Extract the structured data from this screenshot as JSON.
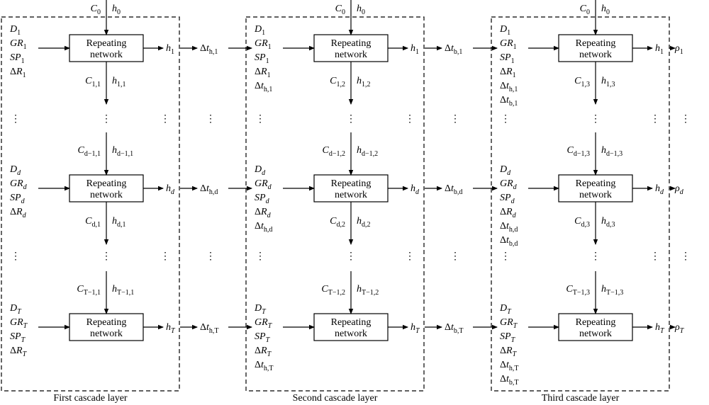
{
  "cascade_layers": [
    {
      "caption": "First cascade layer",
      "top_inputs": {
        "c": "C",
        "c_sub": "0",
        "h": "h",
        "h_sub": "0"
      },
      "rows": [
        {
          "inputs": [
            {
              "pre": "",
              "v": "D",
              "sub": "1"
            },
            {
              "pre": "",
              "v": "GR",
              "sub": "1"
            },
            {
              "pre": "",
              "v": "SP",
              "sub": "1"
            },
            {
              "pre": "Δ",
              "v": "R",
              "sub": "1"
            }
          ],
          "box": "Repeating network",
          "output": {
            "v": "h",
            "sub": "1"
          },
          "down": {
            "c": "C",
            "c_sub": "1,1",
            "h": "h",
            "h_sub": "1,1"
          }
        },
        {
          "up": {
            "c": "C",
            "c_sub": "d−1,1",
            "h": "h",
            "h_sub": "d−1,1"
          },
          "inputs": [
            {
              "pre": "",
              "v": "D",
              "sub": "d"
            },
            {
              "pre": "",
              "v": "GR",
              "sub": "d"
            },
            {
              "pre": "",
              "v": "SP",
              "sub": "d"
            },
            {
              "pre": "Δ",
              "v": "R",
              "sub": "d"
            }
          ],
          "box": "Repeating network",
          "output": {
            "v": "h",
            "sub": "d"
          },
          "down": {
            "c": "C",
            "c_sub": "d,1",
            "h": "h",
            "h_sub": "d,1"
          }
        },
        {
          "up": {
            "c": "C",
            "c_sub": "T−1,1",
            "h": "h",
            "h_sub": "T−1,1"
          },
          "inputs": [
            {
              "pre": "",
              "v": "D",
              "sub": "T"
            },
            {
              "pre": "",
              "v": "GR",
              "sub": "T"
            },
            {
              "pre": "",
              "v": "SP",
              "sub": "T"
            },
            {
              "pre": "Δ",
              "v": "R",
              "sub": "T"
            }
          ],
          "box": "Repeating network",
          "output": {
            "v": "h",
            "sub": "T"
          }
        }
      ],
      "between": [
        {
          "pre": "Δ",
          "v": "t",
          "sub": "h,1"
        },
        {
          "pre": "Δ",
          "v": "t",
          "sub": "h,d"
        },
        {
          "pre": "Δ",
          "v": "t",
          "sub": "h,T"
        }
      ]
    },
    {
      "caption": "Second cascade layer",
      "top_inputs": {
        "c": "C",
        "c_sub": "0",
        "h": "h",
        "h_sub": "0"
      },
      "rows": [
        {
          "inputs": [
            {
              "pre": "",
              "v": "D",
              "sub": "1"
            },
            {
              "pre": "",
              "v": "GR",
              "sub": "1"
            },
            {
              "pre": "",
              "v": "SP",
              "sub": "1"
            },
            {
              "pre": "Δ",
              "v": "R",
              "sub": "1"
            },
            {
              "pre": "Δ",
              "v": "t",
              "sub": "h,1"
            }
          ],
          "box": "Repeating network",
          "output": {
            "v": "h",
            "sub": "1"
          },
          "down": {
            "c": "C",
            "c_sub": "1,2",
            "h": "h",
            "h_sub": "1,2"
          }
        },
        {
          "up": {
            "c": "C",
            "c_sub": "d−1,2",
            "h": "h",
            "h_sub": "d−1,2"
          },
          "inputs": [
            {
              "pre": "",
              "v": "D",
              "sub": "d"
            },
            {
              "pre": "",
              "v": "GR",
              "sub": "d"
            },
            {
              "pre": "",
              "v": "SP",
              "sub": "d"
            },
            {
              "pre": "Δ",
              "v": "R",
              "sub": "d"
            },
            {
              "pre": "Δ",
              "v": "t",
              "sub": "h,d"
            }
          ],
          "box": "Repeating network",
          "output": {
            "v": "h",
            "sub": "d"
          },
          "down": {
            "c": "C",
            "c_sub": "d,2",
            "h": "h",
            "h_sub": "d,2"
          }
        },
        {
          "up": {
            "c": "C",
            "c_sub": "T−1,2",
            "h": "h",
            "h_sub": "T−1,2"
          },
          "inputs": [
            {
              "pre": "",
              "v": "D",
              "sub": "T"
            },
            {
              "pre": "",
              "v": "GR",
              "sub": "T"
            },
            {
              "pre": "",
              "v": "SP",
              "sub": "T"
            },
            {
              "pre": "Δ",
              "v": "R",
              "sub": "T"
            },
            {
              "pre": "Δ",
              "v": "t",
              "sub": "h,T"
            }
          ],
          "box": "Repeating network",
          "output": {
            "v": "h",
            "sub": "T"
          }
        }
      ],
      "between": [
        {
          "pre": "Δ",
          "v": "t",
          "sub": "b,1"
        },
        {
          "pre": "Δ",
          "v": "t",
          "sub": "b,d"
        },
        {
          "pre": "Δ",
          "v": "t",
          "sub": "b,T"
        }
      ]
    },
    {
      "caption": "Third cascade layer",
      "top_inputs": {
        "c": "C",
        "c_sub": "0",
        "h": "h",
        "h_sub": "0"
      },
      "rows": [
        {
          "inputs": [
            {
              "pre": "",
              "v": "D",
              "sub": "1"
            },
            {
              "pre": "",
              "v": "GR",
              "sub": "1"
            },
            {
              "pre": "",
              "v": "SP",
              "sub": "1"
            },
            {
              "pre": "Δ",
              "v": "R",
              "sub": "1"
            },
            {
              "pre": "Δ",
              "v": "t",
              "sub": "h,1"
            },
            {
              "pre": "Δ",
              "v": "t",
              "sub": "b,1"
            }
          ],
          "box": "Repeating network",
          "output": {
            "v": "h",
            "sub": "1"
          },
          "down": {
            "c": "C",
            "c_sub": "1,3",
            "h": "h",
            "h_sub": "1,3"
          }
        },
        {
          "up": {
            "c": "C",
            "c_sub": "d−1,3",
            "h": "h",
            "h_sub": "d−1,3"
          },
          "inputs": [
            {
              "pre": "",
              "v": "D",
              "sub": "d"
            },
            {
              "pre": "",
              "v": "GR",
              "sub": "d"
            },
            {
              "pre": "",
              "v": "SP",
              "sub": "d"
            },
            {
              "pre": "Δ",
              "v": "R",
              "sub": "d"
            },
            {
              "pre": "Δ",
              "v": "t",
              "sub": "h,d"
            },
            {
              "pre": "Δ",
              "v": "t",
              "sub": "b,d"
            }
          ],
          "box": "Repeating network",
          "output": {
            "v": "h",
            "sub": "d"
          },
          "down": {
            "c": "C",
            "c_sub": "d,3",
            "h": "h",
            "h_sub": "d,3"
          }
        },
        {
          "up": {
            "c": "C",
            "c_sub": "T−1,3",
            "h": "h",
            "h_sub": "T−1,3"
          },
          "inputs": [
            {
              "pre": "",
              "v": "D",
              "sub": "T"
            },
            {
              "pre": "",
              "v": "GR",
              "sub": "T"
            },
            {
              "pre": "",
              "v": "SP",
              "sub": "T"
            },
            {
              "pre": "Δ",
              "v": "R",
              "sub": "T"
            },
            {
              "pre": "Δ",
              "v": "t",
              "sub": "h,T"
            },
            {
              "pre": "Δ",
              "v": "t",
              "sub": "b,T"
            }
          ],
          "box": "Repeating network",
          "output": {
            "v": "h",
            "sub": "T"
          }
        }
      ],
      "between": [
        {
          "pre": "",
          "v": "ρ",
          "sub": "1"
        },
        {
          "pre": "",
          "v": "ρ",
          "sub": "d"
        },
        {
          "pre": "",
          "v": "ρ",
          "sub": "T"
        }
      ]
    }
  ],
  "ellipsis": "⋮"
}
